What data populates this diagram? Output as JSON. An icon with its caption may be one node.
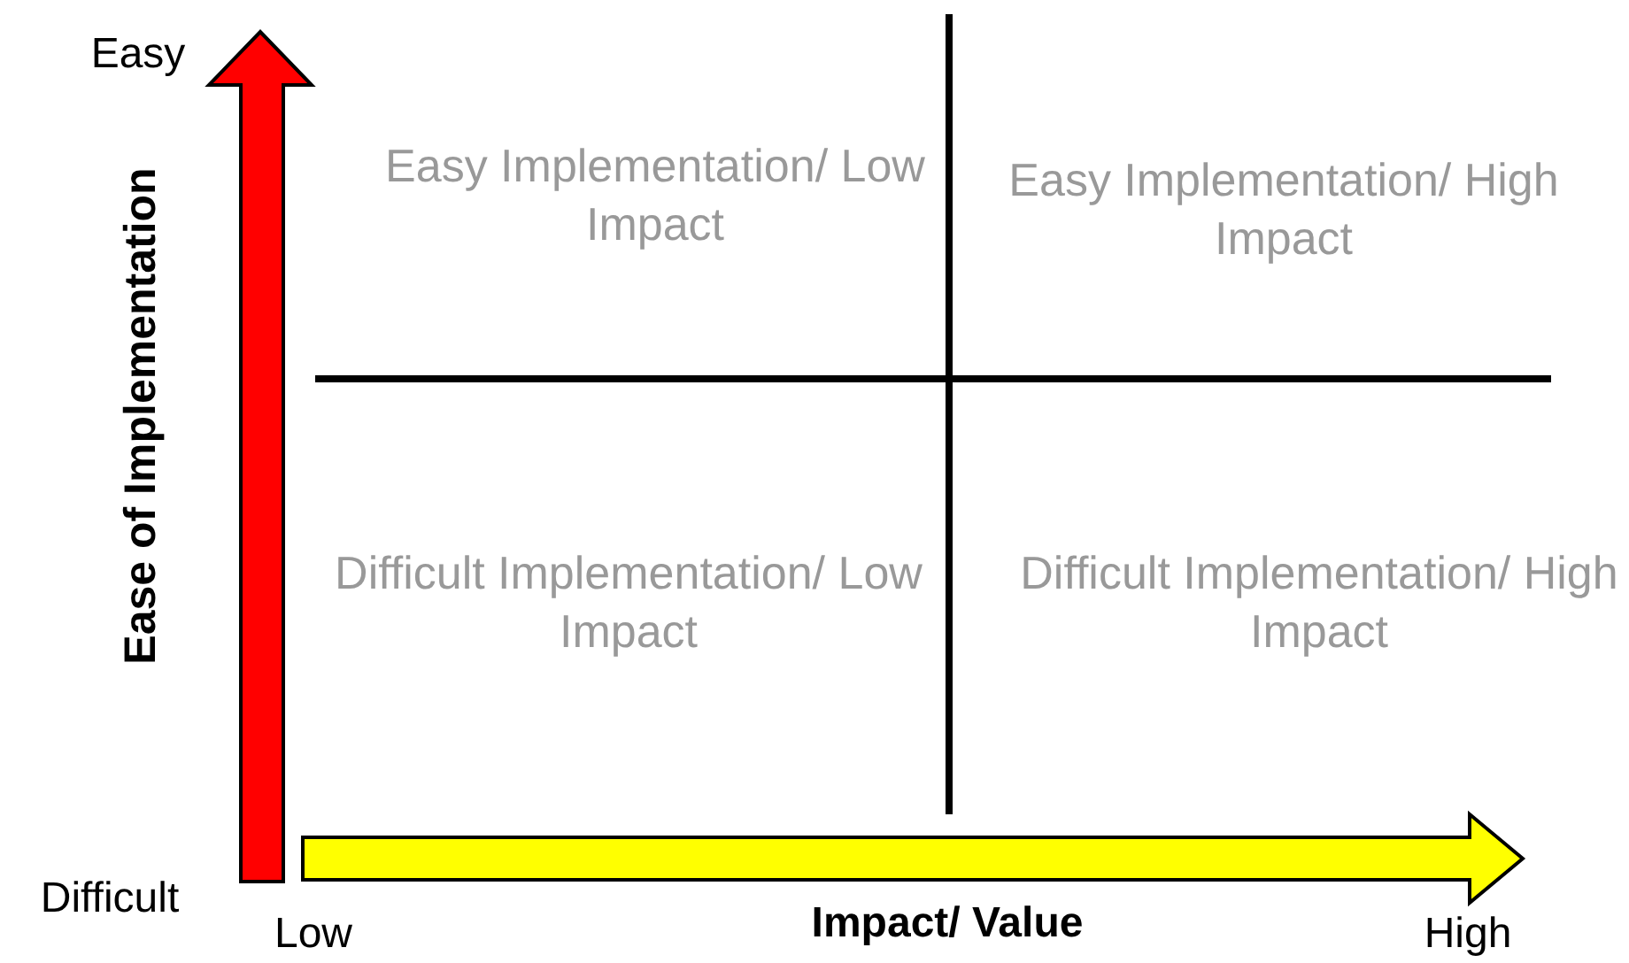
{
  "diagram": {
    "labels": [
      "Easy",
      "Easy Implementation/ Low Impact",
      "Easy Implementation/ High Impact",
      "Ease of Implementation",
      "Difficult Implementation/ Low Impact",
      "Difficult Implementation/ High Impact",
      "Difficult",
      "Low",
      "Impact/ Value",
      "High"
    ]
  }
}
